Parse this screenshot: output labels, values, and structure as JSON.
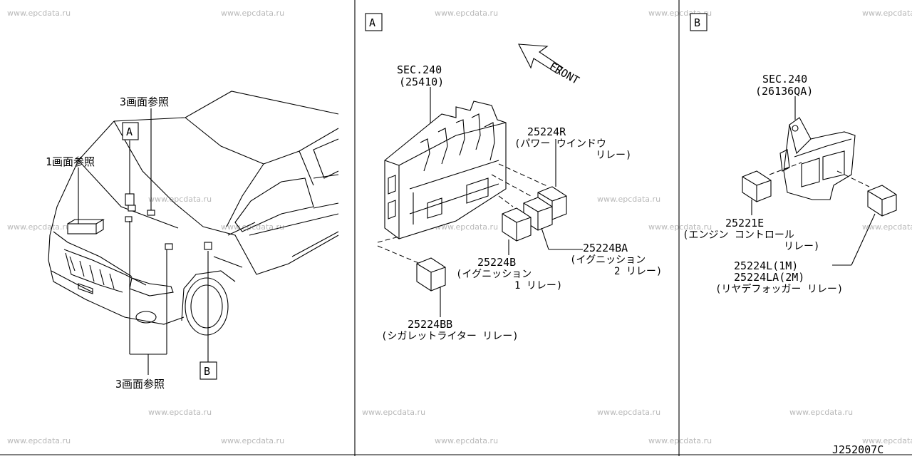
{
  "watermark": "www.epcdata.ru",
  "panels": {
    "left": {
      "ref_top": "3画面参照",
      "ref_left": "1画面参照",
      "ref_bottom": "3画面参照",
      "box_a": "A",
      "box_b": "B"
    },
    "a": {
      "box": "A",
      "front": "FRONT",
      "sec_ref": "SEC.240",
      "sec_part": "(25410)",
      "parts": [
        {
          "number": "25224R",
          "desc_1": "(パワー ウインドウ",
          "desc_2": "リレー)"
        },
        {
          "number": "25224BA",
          "desc_1": "(イグニッション",
          "desc_2": "2 リレー)"
        },
        {
          "number": "25224B",
          "desc_1": "(イグニッション",
          "desc_2": "1 リレー)"
        },
        {
          "number": "25224BB",
          "desc_1": "(シガレットライター リレー)",
          "desc_2": ""
        }
      ]
    },
    "b": {
      "box": "B",
      "sec_ref": "SEC.240",
      "sec_part": "(26136QA)",
      "parts": [
        {
          "number": "25221E",
          "desc_1": "(エンジン コントロール",
          "desc_2": "リレー)"
        },
        {
          "number": "25224L(1M)",
          "number_2": "25224LA(2M)",
          "desc_1": "(リヤデフォッガー リレー)"
        }
      ]
    }
  },
  "diagram_code": "J252007C"
}
